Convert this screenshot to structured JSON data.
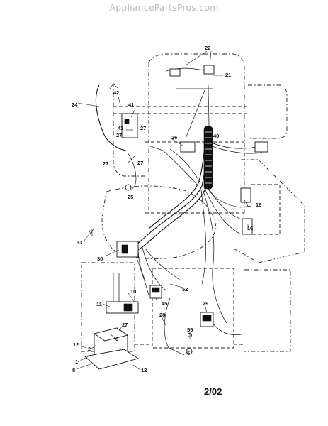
{
  "watermark": "AppliancePartsPros.com",
  "footer_code": "2/02",
  "callouts": [
    "22",
    "21",
    "24",
    "42",
    "41",
    "43",
    "27",
    "27",
    "26",
    "40",
    "27",
    "27",
    "25",
    "16",
    "16",
    "33",
    "30",
    "10",
    "11",
    "52",
    "45",
    "29",
    "28",
    "27",
    "12",
    "2",
    "6",
    "1",
    "8",
    "55",
    "5",
    "12"
  ]
}
